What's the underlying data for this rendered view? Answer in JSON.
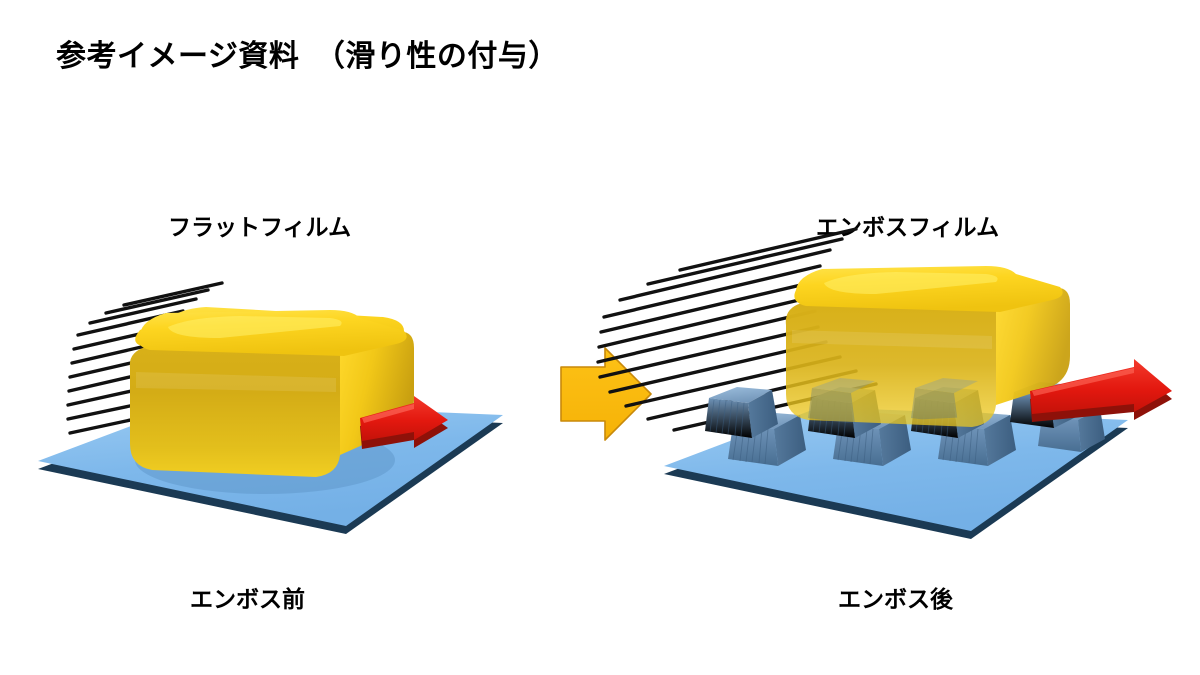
{
  "page": {
    "background_color": "#ffffff",
    "title": "参考イメージ資料　（滑り性の付与）"
  },
  "panels": {
    "left": {
      "top_label": "フラットフィルム",
      "bottom_label": "エンボス前",
      "film_type": "flat",
      "bump_count": 0,
      "slide_arrow_length": "short"
    },
    "right": {
      "top_label": "エンボスフィルム",
      "bottom_label": "エンボス後",
      "film_type": "embossed",
      "bump_count": 8,
      "slide_arrow_length": "long"
    }
  },
  "center_arrow": {
    "icon": "arrow-right-block-icon",
    "direction": "right",
    "fill": "#FBBC10",
    "stroke": "#C8890A"
  },
  "colors": {
    "film_plate_top": "#7EB8EB",
    "film_plate_top_light": "#9BCBF2",
    "film_plate_edge": "#1B3A54",
    "bump_face_light": "#8FB4D6",
    "bump_face_mid": "#5F87AC",
    "bump_face_dark": "#3E6versionplaceholder",
    "block_yellow_light": "#FFDC2E",
    "block_yellow_mid": "#F5C518",
    "block_yellow_dark": "#C49A12",
    "slide_arrow_red": "#E8251C",
    "slide_arrow_red_dark": "#9E1A12",
    "hatch_line": "#111111",
    "title_text": "#000000"
  },
  "hatching": {
    "left_line_count": 11,
    "right_line_count": 12,
    "description": "parallel diagonal pressure lines"
  },
  "icons": {
    "slide_arrow": "arrow-right-3d-icon",
    "hatch": "hatch-lines-icon",
    "block": "rounded-block-icon",
    "plate": "film-plate-icon",
    "bump": "emboss-bump-icon"
  }
}
